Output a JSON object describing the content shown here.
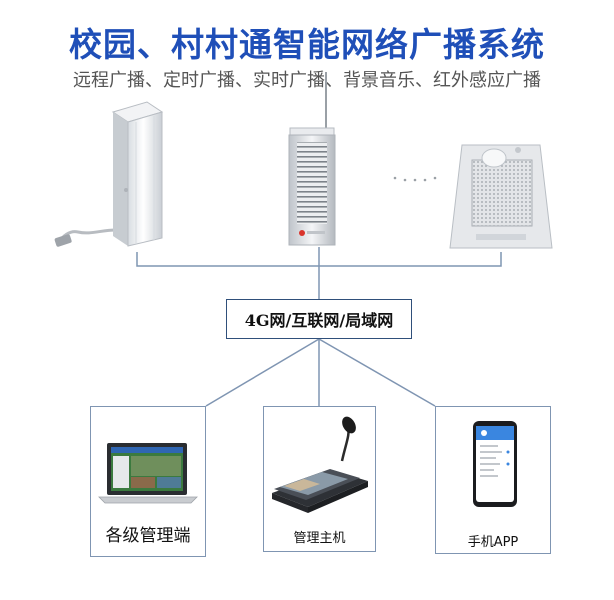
{
  "header": {
    "title": "校园、村村通智能网络广播系统",
    "subtitle": "远程广播、定时广播、实时广播、背景音乐、红外感应广播"
  },
  "network": {
    "label": "4G网/互联网/局域网"
  },
  "devices": [
    {
      "label": "各级管理端",
      "icon": "laptop-icon"
    },
    {
      "label": "管理主机",
      "icon": "control-console-icon"
    },
    {
      "label": "手机APP",
      "icon": "smartphone-icon"
    }
  ],
  "speakers": [
    {
      "icon": "column-speaker-icon"
    },
    {
      "icon": "outdoor-column-speaker-icon"
    },
    {
      "icon": "wall-speaker-icon"
    }
  ],
  "colors": {
    "title": "#1f4fb8",
    "lines": "#7f95b2",
    "accent_red": "#d9342b"
  }
}
